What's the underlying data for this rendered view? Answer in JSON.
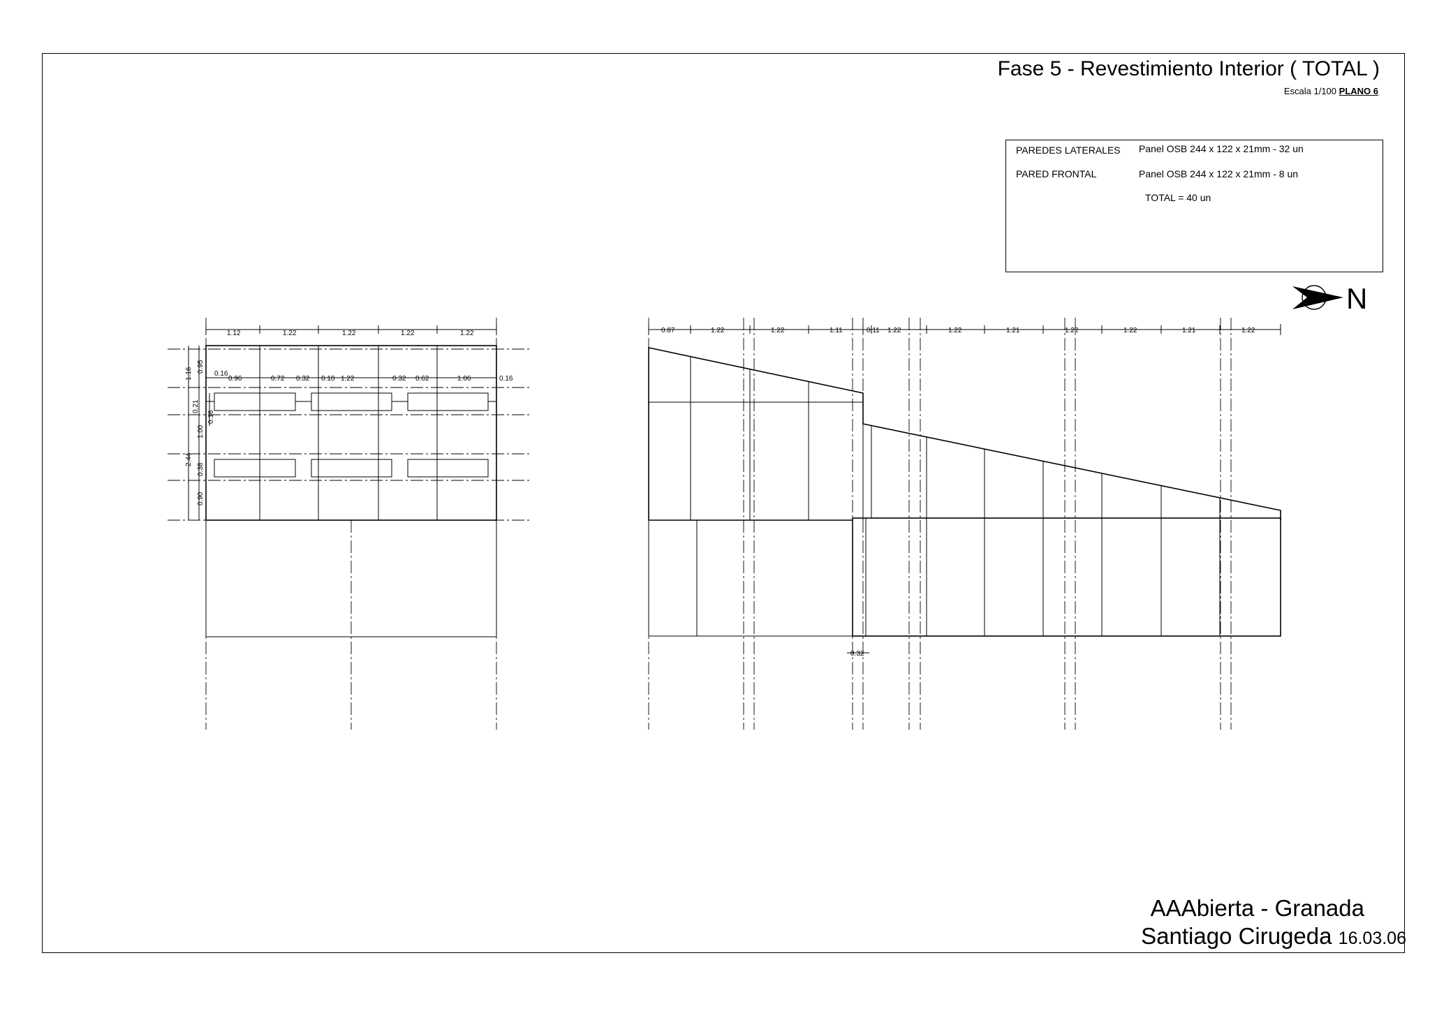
{
  "title": "Fase 5 - Revestimiento Interior ( TOTAL )",
  "scale_label": "Escala 1/100",
  "plan_label": "PLANO 6",
  "materials": [
    {
      "label": "PAREDES LATERALES",
      "spec": "Panel OSB 244 x 122 x 21mm - 32 un"
    },
    {
      "label": "PARED FRONTAL",
      "spec": "Panel  OSB 244 x 122 x 21mm - 8 un"
    }
  ],
  "materials_total": "TOTAL = 40 un",
  "north_label": "N",
  "footer_line1": "AAAbierta - Granada",
  "footer_author": "Santiago Cirugeda",
  "footer_date": "16.03.06",
  "left_top_dims": [
    "1.12",
    "1.22",
    "1.22",
    "1.22",
    "1.22"
  ],
  "left_mid_dims": [
    "0.16",
    "0.96",
    "0.72",
    "0.32",
    "0.10",
    "1.22",
    "0.32",
    "0.62",
    "1.06",
    "0.16"
  ],
  "left_vert_dims": [
    "1.16",
    "0.95",
    "0.21",
    "0.16",
    "1.00",
    "2.44",
    "0.38",
    "0.90"
  ],
  "right_top_dims": [
    "0.87",
    "1.22",
    "1.22",
    "1.11",
    "0.11",
    "1.22",
    "1.22",
    "1.21",
    "1.22",
    "1.22",
    "1.21",
    "1.22"
  ],
  "right_bottom_dim": "0.32"
}
